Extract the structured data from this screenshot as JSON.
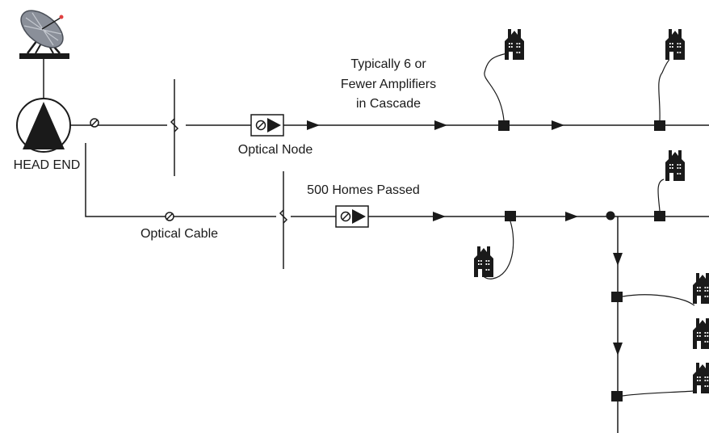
{
  "labels": {
    "head_end": "HEAD END",
    "optical_node": "Optical Node",
    "optical_cable": "Optical Cable",
    "homes_passed": "500 Homes Passed",
    "cascade_line1": "Typically 6 or",
    "cascade_line2": "Fewer Amplifiers",
    "cascade_line3": "in Cascade"
  },
  "icons": {
    "satellite": "satellite-dish-icon",
    "head_end": "head-end-triangle-icon",
    "optical_node": "optical-node-icon",
    "amplifier": "amplifier-triangle-icon",
    "tap": "tap-square-icon",
    "house": "house-icon",
    "splitter": "splitter-dot-icon",
    "optical_connector": "optical-connector-icon"
  },
  "colors": {
    "line": "#1a1a1a",
    "dish": "#8a8f99",
    "dish_accent": "#e04040"
  }
}
